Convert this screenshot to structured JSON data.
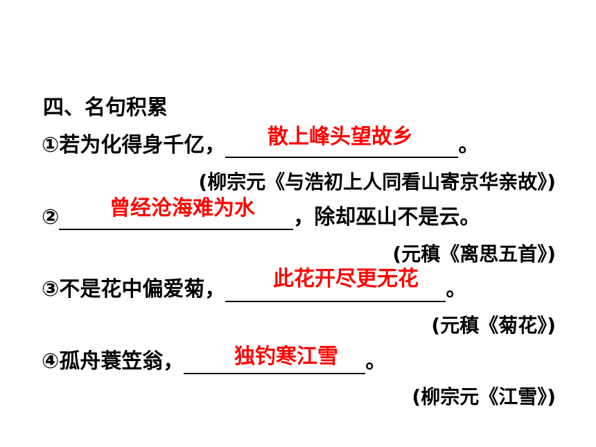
{
  "heading": "四、名句积累",
  "items": [
    {
      "prefix": "①若为化得身千亿，",
      "suffix": "。",
      "answer": "散上峰头望故乡",
      "source": "(柳宗元《与浩初上人同看山寄京华亲故》)"
    },
    {
      "prefix": "②",
      "suffix": "，除却巫山不是云。",
      "answer": "曾经沧海难为水",
      "source": "(元稹《离思五首》)"
    },
    {
      "prefix": "③不是花中偏爱菊，",
      "suffix": "。",
      "answer": "此花开尽更无花",
      "source": "(元稹《菊花》)"
    },
    {
      "prefix": "④孤舟蓑笠翁，",
      "suffix": "。",
      "answer": "独钓寒江雪",
      "source": "(柳宗元《江雪》)"
    }
  ]
}
